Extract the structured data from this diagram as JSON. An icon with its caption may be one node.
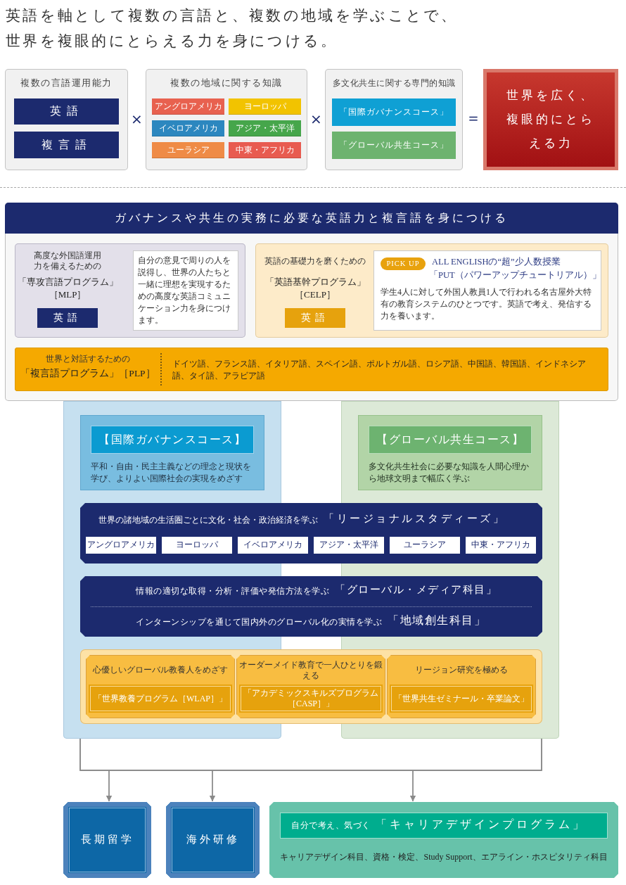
{
  "diagram": {
    "title": "英語を軸として複数の言語と、複数の地域を学ぶことで、世界を複眼的にとらえる力を身につける。",
    "nodes": [
      {
        "text": [
          "複数の言語運用能力"
        ]
      },
      {
        "text": [
          "英語"
        ],
        "in": 0
      },
      {
        "text": [
          "複言語"
        ],
        "in": 0
      },
      {
        "text": [
          "複数の地域に関する知識"
        ]
      },
      {
        "text": [
          "アングロアメリカ"
        ],
        "in": 3
      },
      {
        "text": [
          "ヨーロッパ"
        ],
        "in": 3
      },
      {
        "text": [
          "イベロアメリカ"
        ],
        "in": 3
      },
      {
        "text": [
          "アジア・太平洋"
        ],
        "in": 3
      },
      {
        "text": [
          "ユーラシア"
        ],
        "in": 3
      },
      {
        "text": [
          "中東・アフリカ"
        ],
        "in": 3
      },
      {
        "text": [
          "多文化共生に関する専門的知識"
        ]
      },
      {
        "text": [
          "「国際ガバナンスコース」"
        ],
        "in": 10
      },
      {
        "text": [
          "「グローバル共生コース」"
        ],
        "in": 10
      },
      {
        "text": [
          "世界を広く、複眼的にとらえる力"
        ]
      },
      {
        "text": [
          "ガバナンスや共生の実務に必要な英語力と複言語を身につける"
        ]
      },
      {
        "text": [
          "高度な外国語運用力を備えるための",
          "「専攻言語プログラム」",
          "［MLP］"
        ],
        "in": 14
      },
      {
        "text": [
          "英語"
        ],
        "in": 15
      },
      {
        "text": [
          "自分の意見で周りの人を説得し、世界の人たちと一緒に理想を実現するための高度な英語コミュニケーション力を身につけます。"
        ],
        "in": 15
      },
      {
        "text": [
          "英語の基礎力を磨くための",
          "「英語基幹プログラム」",
          "［CELP］"
        ],
        "in": 14
      },
      {
        "text": [
          "英語"
        ],
        "in": 18
      },
      {
        "text": [
          "ALL ENGLISHの“超”少人数授業",
          "「PUT（パワーアップチュートリアル）」",
          "学生4人に対して外国人教員1人で行われる名古屋外大特有の教育システムのひとつです。英語で考え、発信する力を養います。"
        ],
        "in": 18
      },
      {
        "text": [
          "PICK UP"
        ],
        "in": 20
      },
      {
        "text": [
          "世界と対話するための",
          "「複言語プログラム」［PLP］",
          "ドイツ語、フランス語、イタリア語、スペイン語、ポルトガル語、ロシア語、中国語、韓国語、インドネシア語、タイ語、アラビア語"
        ],
        "in": 14
      },
      {
        "text": [],
        "shape": "box"
      },
      {
        "text": [
          "平和・自由・民主主義などの理念と現状を学び、よりよい国際社会の実現をめざす"
        ],
        "in": 23
      },
      {
        "text": [
          "【国際ガバナンスコース】"
        ],
        "in": 24
      },
      {
        "text": [],
        "shape": "box"
      },
      {
        "text": [
          "多文化共生社会に必要な知識を人間心理から地球文明まで幅広く学ぶ"
        ],
        "in": 26
      },
      {
        "text": [
          "【グローバル共生コース】"
        ],
        "in": 27
      },
      {
        "text": [
          "世界の諸地域の生活圏ごとに文化・社会・政治経済を学ぶ",
          "「リージョナルスタディーズ」"
        ]
      },
      {
        "text": [
          "アングロアメリカ"
        ]
      },
      {
        "text": [
          "ヨーロッパ"
        ]
      },
      {
        "text": [
          "イベロアメリカ"
        ],
        "in": 29
      },
      {
        "text": [
          "アジア・太平洋"
        ],
        "in": 29
      },
      {
        "text": [
          "ユーラシア"
        ]
      },
      {
        "text": [
          "中東・アフリカ"
        ]
      },
      {
        "text": [
          "情報の適切な取得・分析・評価や発信方法を学ぶ",
          "「グローバル・メディア科目」",
          "インターンシップを通じて国内外のグローバル化の実情を学ぶ",
          "「地域創生科目」"
        ]
      },
      {
        "text": [],
        "shape": "box"
      },
      {
        "text": [
          "心優しいグローバル教養人をめざす"
        ]
      },
      {
        "text": [
          "「世界教養プログラム［WLAP］」"
        ],
        "in": 38
      },
      {
        "text": [
          "オーダーメイド教育で一人ひとりを鍛える"
        ],
        "in": 37
      },
      {
        "text": [
          "「アカデミックスキルズプログラム［CASP］」"
        ],
        "in": 40
      },
      {
        "text": [
          "リージョン研究を極める"
        ]
      },
      {
        "text": [
          "「世界共生ゼミナール・卒業論文」"
        ],
        "in": 42
      },
      {
        "text": [
          "長期留学"
        ]
      },
      {
        "text": [
          "海外研修"
        ]
      },
      {
        "text": [
          "キャリアデザイン科目、資格・検定、Study Support、エアライン・ホスピタリティ科目"
        ]
      },
      {
        "text": [
          "自分で考え、気づく",
          "「キャリアデザインプログラム」"
        ],
        "in": 46
      }
    ],
    "edges": [
      {
        "from": 23,
        "to": 44,
        "arrow": "to"
      },
      {
        "from": 23,
        "to": 45,
        "arrow": "to"
      },
      {
        "from": 23,
        "to": 46,
        "arrow": "to"
      },
      {
        "from": 26,
        "to": 44,
        "arrow": "to"
      },
      {
        "from": 26,
        "to": 45,
        "arrow": "to"
      },
      {
        "from": 26,
        "to": 46,
        "arrow": "to"
      }
    ],
    "labels": [
      "×",
      "×",
      "＝"
    ]
  }
}
